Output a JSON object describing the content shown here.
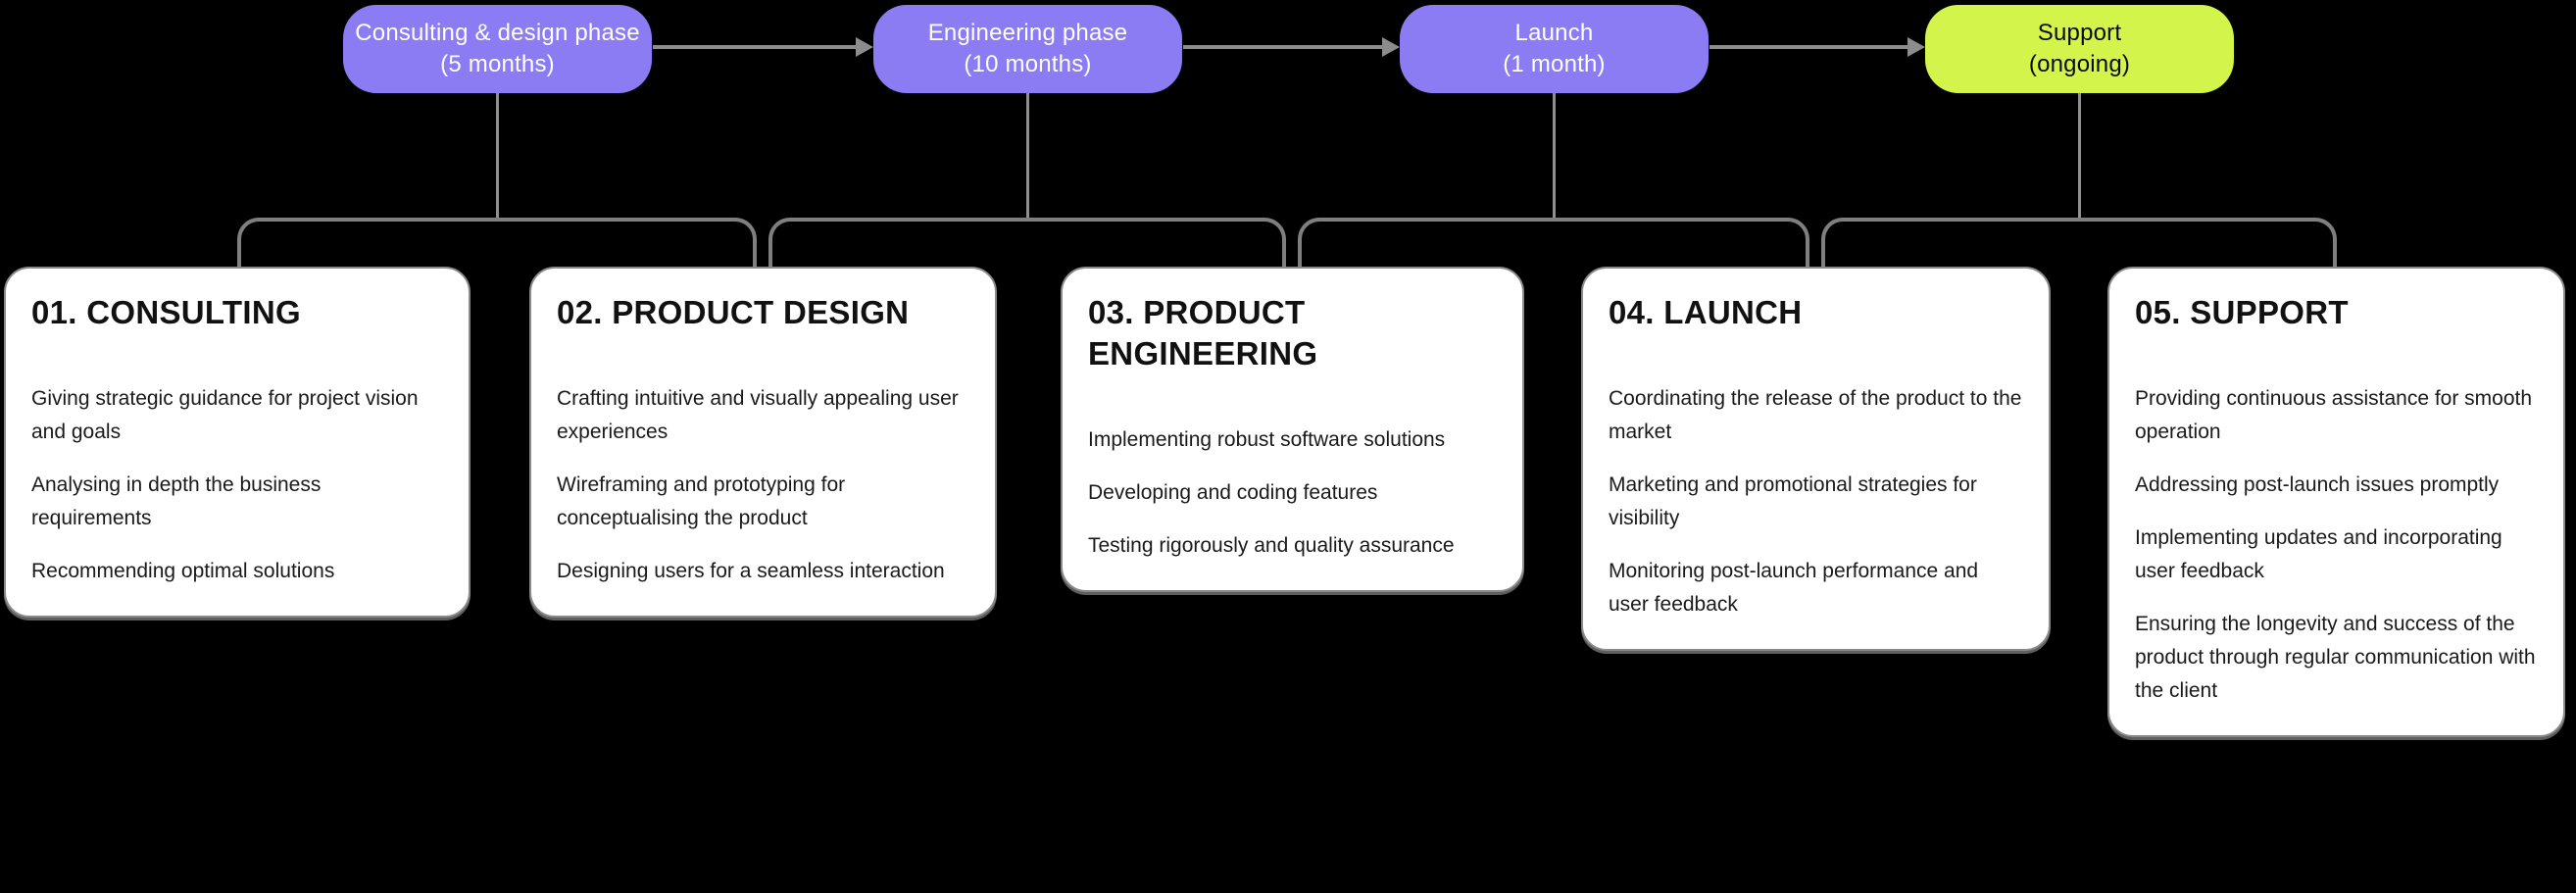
{
  "diagram": {
    "phases": [
      {
        "title": "Consulting & design phase",
        "duration": "(5 months)",
        "color": "#8C7CF4",
        "text_color": "#FFFFFF"
      },
      {
        "title": "Engineering phase",
        "duration": "(10 months)",
        "color": "#8C7CF4",
        "text_color": "#FFFFFF"
      },
      {
        "title": "Launch",
        "duration": "(1 month)",
        "color": "#8C7CF4",
        "text_color": "#FFFFFF"
      },
      {
        "title": "Support",
        "duration": "(ongoing)",
        "color": "#D3F44B",
        "text_color": "#000000"
      }
    ],
    "cards": [
      {
        "title": "01. CONSULTING",
        "items": [
          "Giving strategic guidance for project vision and goals",
          "Analysing in depth the business requirements",
          "Recommending optimal solutions"
        ]
      },
      {
        "title": "02. PRODUCT DESIGN",
        "items": [
          "Crafting intuitive and visually appealing user experiences",
          "Wireframing and prototyping for conceptualising the product",
          "Designing users for a seamless interaction"
        ]
      },
      {
        "title": "03. PRODUCT ENGINEERING",
        "items": [
          "Implementing robust software solutions",
          "Developing and coding features",
          "Testing rigorously and quality assurance"
        ]
      },
      {
        "title": "04. LAUNCH",
        "items": [
          "Coordinating the release of the product to the market",
          "Marketing and promotional strategies for visibility",
          "Monitoring post-launch performance and user feedback"
        ]
      },
      {
        "title": "05. SUPPORT",
        "items": [
          "Providing continuous assistance for smooth operation",
          "Addressing post-launch issues promptly",
          "Implementing updates and incorporating user feedback",
          "Ensuring the longevity and success of the product through regular communication with the client"
        ]
      }
    ],
    "connections": [
      {
        "phase": "Consulting & design phase",
        "cards": [
          "01. CONSULTING",
          "02. PRODUCT DESIGN"
        ]
      },
      {
        "phase": "Engineering phase",
        "cards": [
          "02. PRODUCT DESIGN",
          "03. PRODUCT ENGINEERING"
        ]
      },
      {
        "phase": "Launch",
        "cards": [
          "03. PRODUCT ENGINEERING",
          "04. LAUNCH"
        ]
      },
      {
        "phase": "Support",
        "cards": [
          "04. LAUNCH",
          "05. SUPPORT"
        ]
      }
    ],
    "colors": {
      "background": "#000000",
      "connector": "#7F7F7F",
      "card_border": "#8A8A8A",
      "card_background": "#FFFFFF",
      "phase_purple": "#8C7CF4",
      "phase_lime": "#D3F44B"
    }
  }
}
